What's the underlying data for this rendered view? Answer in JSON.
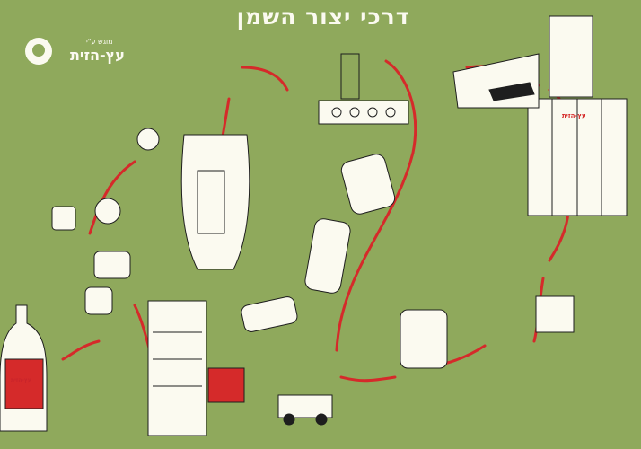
{
  "title": "דרכי יצור השמן",
  "brand": {
    "presented_by": "מוגש ע\"י",
    "name": "עץ-הזית"
  },
  "bottle_label": "עץ-הזית",
  "roof_sign": "עץ-הזית",
  "colors": {
    "background": "#8fa95c",
    "ink": "#1e1e1e",
    "paper": "#fbfaf0",
    "flow_arrow": "#d52a2a"
  }
}
